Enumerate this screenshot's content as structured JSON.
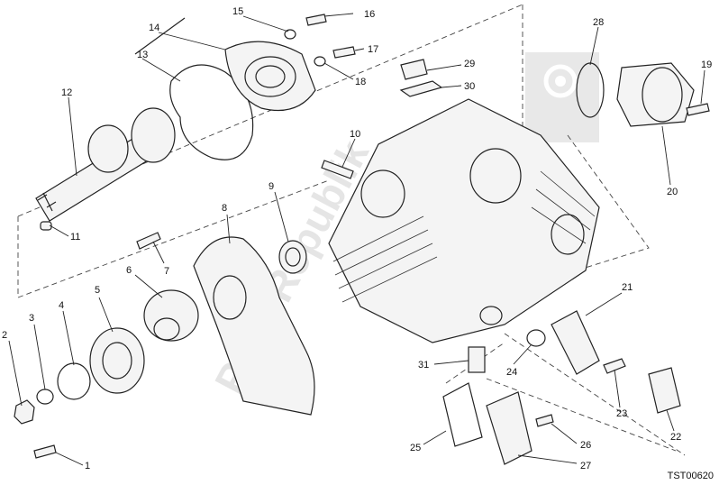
{
  "watermark": {
    "text": "PartsRepublik"
  },
  "drawing_code": "TST00620",
  "callouts": {
    "c1": "1",
    "c2": "2",
    "c3": "3",
    "c4": "4",
    "c5": "5",
    "c6": "6",
    "c7": "7",
    "c8": "8",
    "c9": "9",
    "c10": "10",
    "c11": "11",
    "c12": "12",
    "c13": "13",
    "c14": "14",
    "c15": "15",
    "c16": "16",
    "c17": "17",
    "c18": "18",
    "c19": "19",
    "c20": "20",
    "c21": "21",
    "c22": "22",
    "c23": "23",
    "c24": "24",
    "c25": "25",
    "c26": "26",
    "c27": "27",
    "c28": "28",
    "c29": "29",
    "c30": "30",
    "c31": "31"
  }
}
